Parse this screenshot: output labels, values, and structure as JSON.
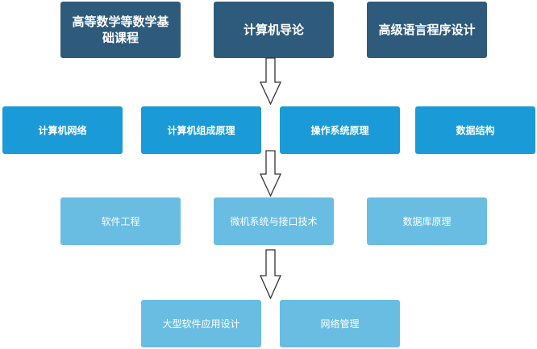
{
  "rows": [
    {
      "tier": "dark",
      "items": [
        {
          "id": "math",
          "label": "高等数学等数学基础课程"
        },
        {
          "id": "intro-cs",
          "label": "计算机导论"
        },
        {
          "id": "programming",
          "label": "高级语言程序设计"
        }
      ]
    },
    {
      "tier": "mid",
      "items": [
        {
          "id": "networks",
          "label": "计算机网络"
        },
        {
          "id": "organization",
          "label": "计算机组成原理"
        },
        {
          "id": "os",
          "label": "操作系统原理"
        },
        {
          "id": "data-structures",
          "label": "数据结构"
        }
      ]
    },
    {
      "tier": "light",
      "items": [
        {
          "id": "software-eng",
          "label": "软件工程"
        },
        {
          "id": "microcomputer",
          "label": "微机系统与接口技术"
        },
        {
          "id": "database",
          "label": "数据库原理"
        }
      ]
    },
    {
      "tier": "light",
      "items": [
        {
          "id": "large-software",
          "label": "大型软件应用设计"
        },
        {
          "id": "network-mgmt",
          "label": "网络管理"
        }
      ]
    }
  ],
  "colors": {
    "dark": "#2e5b7c",
    "mid": "#1a9ad6",
    "light": "#69bde3",
    "arrow_stroke": "#333333"
  }
}
